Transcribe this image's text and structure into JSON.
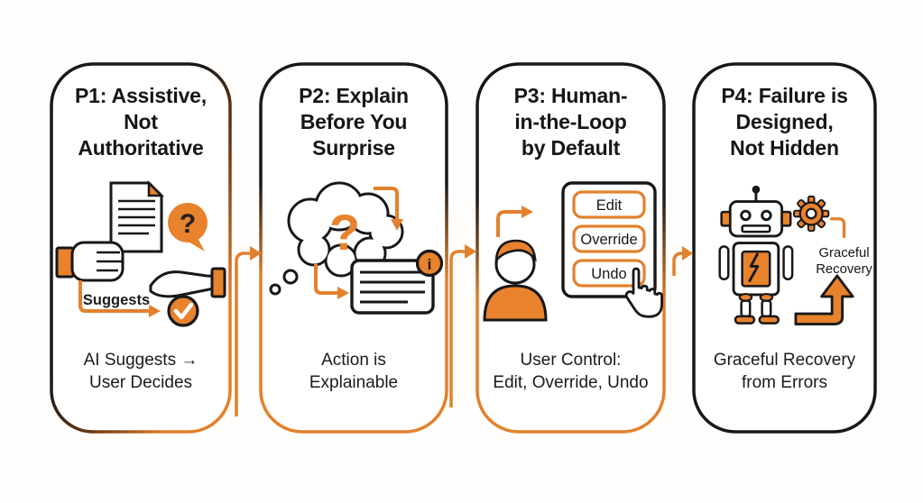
{
  "page": {
    "background": "#FFFEFC"
  },
  "colors": {
    "orange_fill": "#E8822C",
    "orange_line": "#E2812D",
    "ink": "#171717",
    "card_background": "#FFFFFF"
  },
  "cards": [
    {
      "title": "P1: Assistive,\nNot\nAuthoritative",
      "caption": "AI Suggests →\nUser Decides",
      "icon": {
        "name": "hand-gives-document-to-open-hand",
        "suggests_label": "Suggests",
        "question_mark": "?"
      }
    },
    {
      "title": "P2: Explain\nBefore You\nSurprise",
      "caption": "Action is\nExplainable",
      "icon": {
        "name": "thought-cloud-to-explanation-tooltip",
        "question_mark": "?",
        "info_mark": "i"
      }
    },
    {
      "title": "P3: Human-\nin-the-Loop\nby Default",
      "caption": "User Control:\nEdit, Override, Undo",
      "icon": {
        "name": "user-with-control-panel",
        "buttons": [
          "Edit",
          "Override",
          "Undo"
        ]
      }
    },
    {
      "title": "P4: Failure is\nDesigned,\nNot Hidden",
      "caption": "Graceful Recovery\nfrom Errors",
      "icon": {
        "name": "cracked-robot-with-gear-and-recovery-arrow",
        "recovery_line1": "Graceful",
        "recovery_line2": "Recovery"
      }
    }
  ],
  "connectors": [
    {
      "from": "P1",
      "to": "P2"
    },
    {
      "from": "P2",
      "to": "P3"
    },
    {
      "from": "P3",
      "to": "P4"
    }
  ]
}
